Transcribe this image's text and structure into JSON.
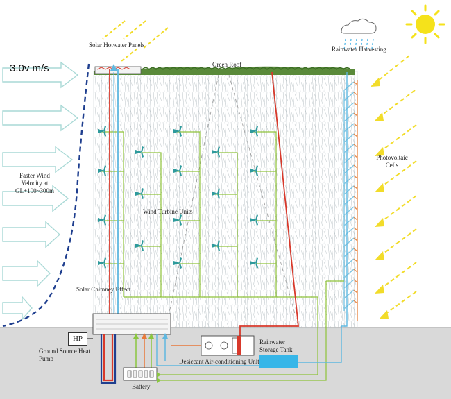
{
  "wind": {
    "speed": "3.0v m/s",
    "label": "Faster Wind Velocity at GL+100~300m"
  },
  "labels": {
    "solar_hotwater": "Solar Hotwater Panels",
    "green_roof": "Green Roof",
    "rainwater_harvesting": "Rainwater Harvesting",
    "photovoltaic": "Photovoltaic Cells",
    "wind_turbine": "Wind Turbine Units",
    "solar_chimney": "Solar Chimney Effect",
    "ground_source": "Ground Source Heat Pump",
    "hp": "HP",
    "desiccant": "Desiccant Air-conditioning Unit",
    "rainwater_tank": "Rainwater Storage Tank",
    "battery": "Battery"
  },
  "colors": {
    "wind_arrow": "#a9d9d6",
    "wind_profile": "#1f3f8f",
    "sun": "#f5e21b",
    "sun_rays": "#f2dc2a",
    "pv_panel": "#7fc6e3",
    "pv_frame": "#e88a4a",
    "turbine": "#2e9a9c",
    "turbine_pipe": "#8fc33a",
    "red_pipe": "#d8392b",
    "blue_pipe": "#5fb8e0",
    "orange_pipe": "#e8793a",
    "green_pipe": "#8ac640",
    "ground": "#d8d8d8",
    "tank": "#37b6e8"
  }
}
